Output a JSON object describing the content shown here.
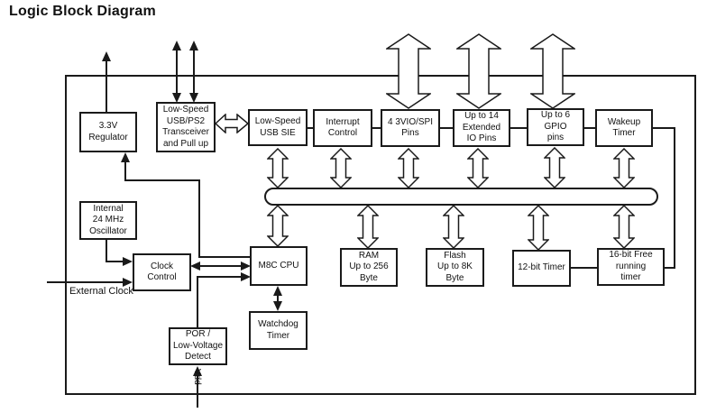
{
  "title": "Logic Block Diagram",
  "blocks": {
    "regulator": {
      "label": "3.3V\nRegulator"
    },
    "transceiver": {
      "label": "Low-Speed\nUSB/PS2\nTransceiver\nand Pull up"
    },
    "usb_sie": {
      "label": "Low-Speed\nUSB SIE"
    },
    "interrupt": {
      "label": "Interrupt\nControl"
    },
    "vio_spi": {
      "label": "4 3VIO/SPI\nPins"
    },
    "ext_io": {
      "label": "Up to 14\nExtended\nIO Pins"
    },
    "gpio": {
      "label": "Up to 6\nGPIO\npins"
    },
    "wakeup": {
      "label": "Wakeup\nTimer"
    },
    "oscillator": {
      "label": "Internal\n24 MHz\nOscillator"
    },
    "clock": {
      "label": "Clock\nControl"
    },
    "m8c": {
      "label": "M8C CPU"
    },
    "ram": {
      "label": "RAM\nUp to 256\nByte"
    },
    "flash": {
      "label": "Flash\nUp to 8K\nByte"
    },
    "timer12": {
      "label": "12-bit Timer"
    },
    "timer16": {
      "label": "16-bit Free\nrunning\ntimer"
    },
    "watchdog": {
      "label": "Watchdog\nTimer"
    },
    "por": {
      "label": "POR /\nLow-Voltage\nDetect"
    }
  },
  "labels": {
    "external_clock": "External Clock",
    "vdd": "Vdd"
  },
  "colors": {
    "line": "#1a1a1a",
    "background": "#ffffff"
  }
}
